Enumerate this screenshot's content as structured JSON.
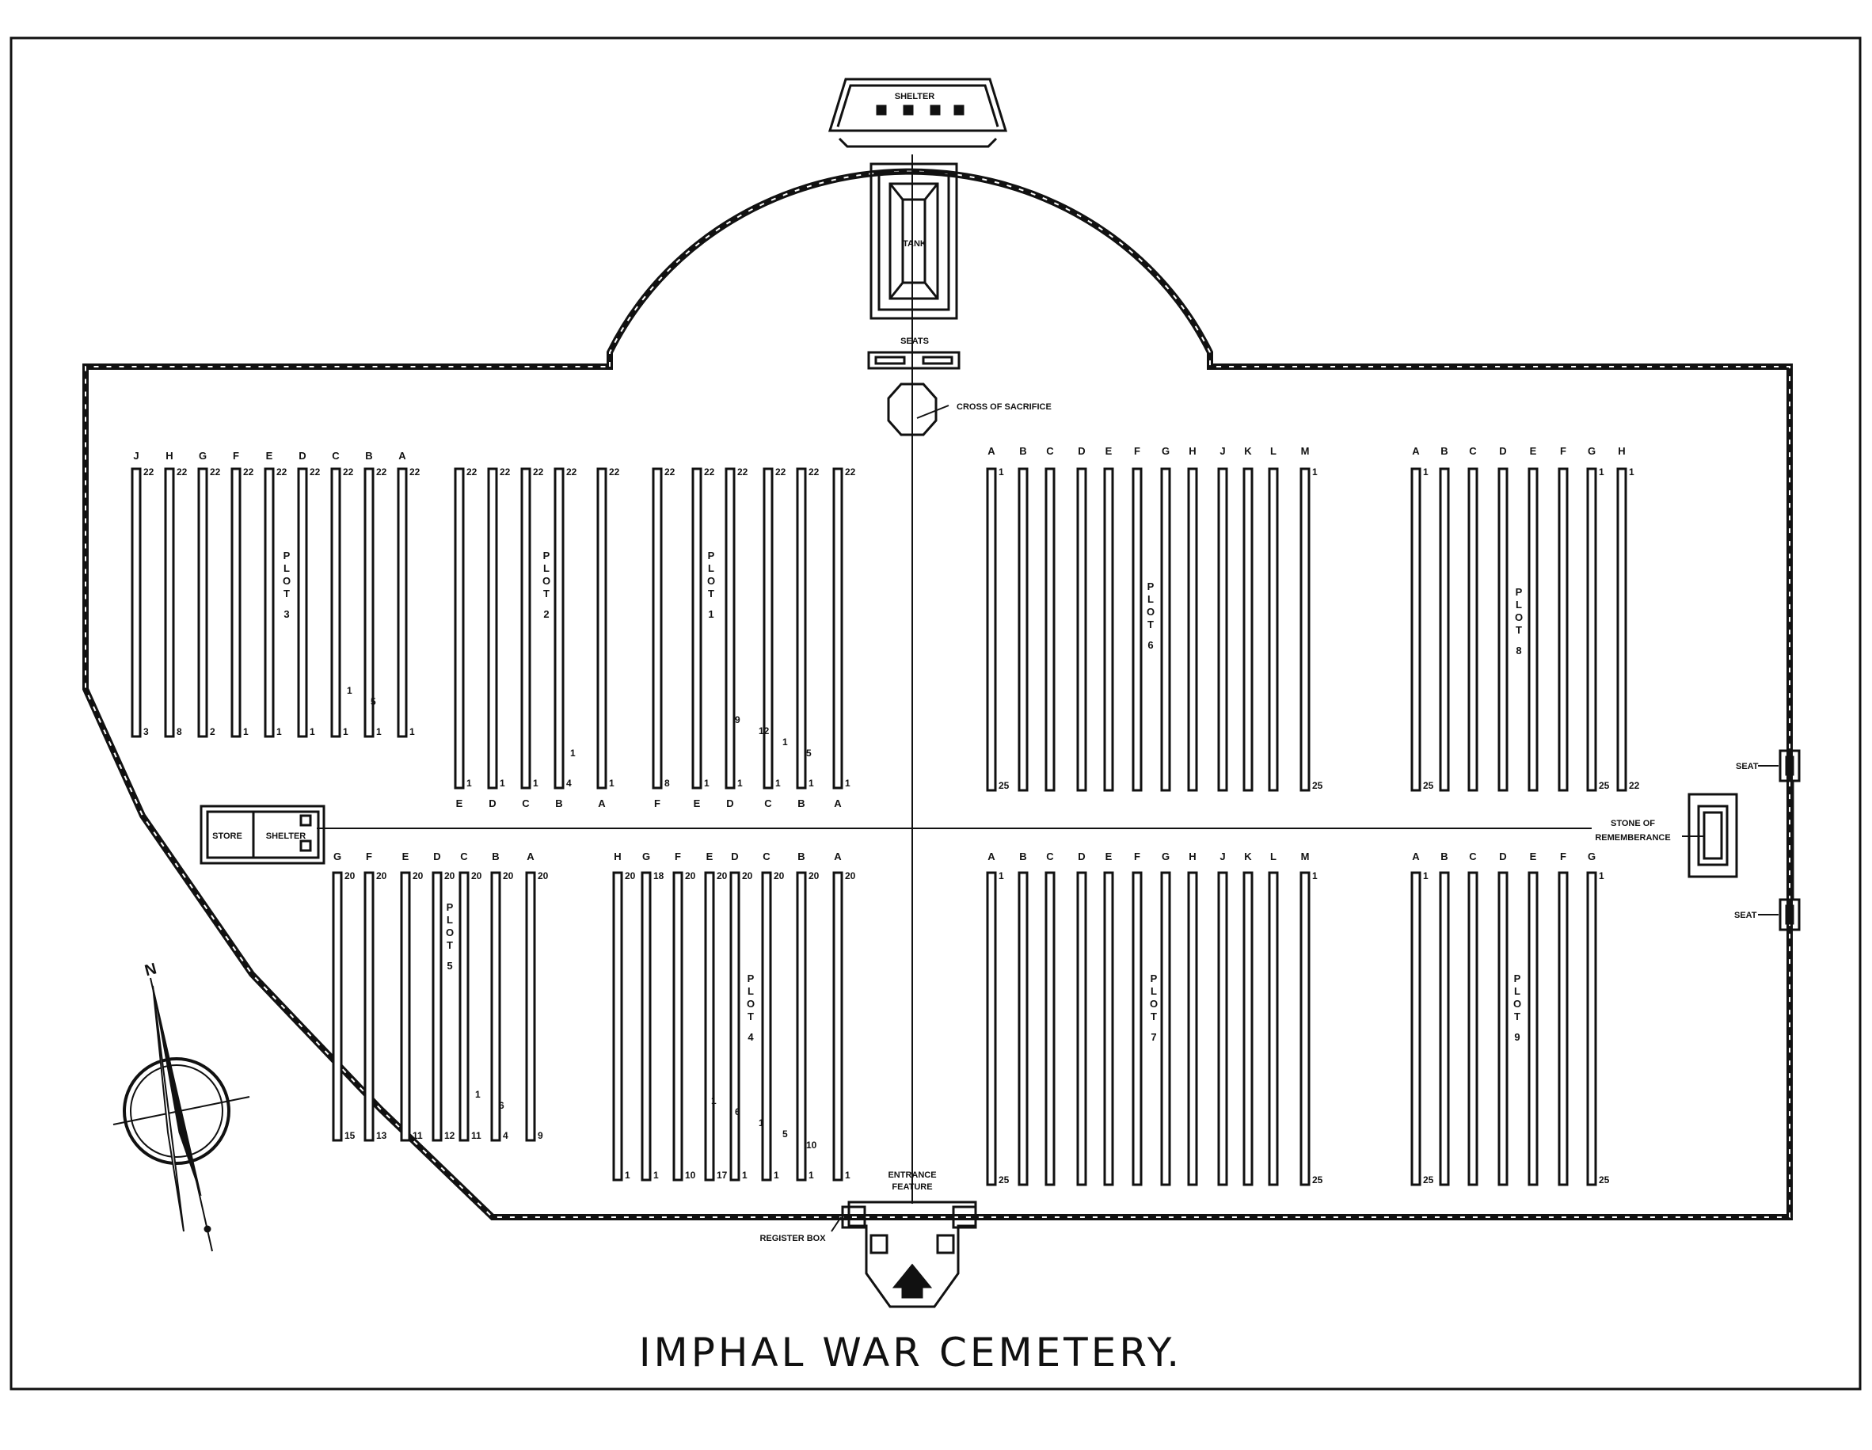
{
  "title": "IMPHAL WAR CEMETERY.",
  "features": {
    "shelter_top": "SHELTER",
    "tank": "TANK",
    "seats": "SEATS",
    "cross": "CROSS OF SACRIFICE",
    "store": "STORE",
    "shelter_left": "SHELTER",
    "stone_line1": "STONE OF",
    "stone_line2": "REMEMBERANCE",
    "seat_upper": "SEAT",
    "seat_lower": "SEAT",
    "entrance_line1": "ENTRANCE",
    "entrance_line2": "FEATURE",
    "register_box": "REGISTER BOX"
  },
  "compass": {
    "north_label": "N"
  },
  "plots": [
    {
      "name": "PLOT 3",
      "plot_number": "3",
      "rows": [
        {
          "letter": "J",
          "top_number": "22",
          "bottom_number": "3"
        },
        {
          "letter": "H",
          "top_number": "22",
          "bottom_number": "8"
        },
        {
          "letter": "G",
          "top_number": "22",
          "bottom_number": "2"
        },
        {
          "letter": "F",
          "top_number": "22",
          "bottom_number": "1"
        },
        {
          "letter": "E",
          "top_number": "22",
          "bottom_number": "1"
        },
        {
          "letter": "D",
          "top_number": "22",
          "bottom_number": "1"
        },
        {
          "letter": "C",
          "top_number": "22",
          "bottom_number": "1"
        },
        {
          "letter": "B",
          "top_number": "22",
          "bottom_number": "1"
        },
        {
          "letter": "A",
          "top_number": "22",
          "bottom_number": "1"
        }
      ],
      "extra_numbers": [
        "5",
        "1"
      ]
    },
    {
      "name": "PLOT 2",
      "plot_number": "2",
      "rows": [
        {
          "letter": "E",
          "top_number": "22",
          "bottom_number": "1"
        },
        {
          "letter": "D",
          "top_number": "22",
          "bottom_number": "1"
        },
        {
          "letter": "C",
          "top_number": "22",
          "bottom_number": "1"
        },
        {
          "letter": "B",
          "top_number": "22",
          "bottom_number": "4"
        },
        {
          "letter": "A",
          "top_number": "22",
          "bottom_number": "1"
        }
      ],
      "extra_numbers": [
        "1"
      ]
    },
    {
      "name": "PLOT 1",
      "plot_number": "1",
      "rows": [
        {
          "letter": "F",
          "top_number": "22",
          "bottom_number": "8"
        },
        {
          "letter": "E",
          "top_number": "22",
          "bottom_number": "1"
        },
        {
          "letter": "D",
          "top_number": "22",
          "bottom_number": "1"
        },
        {
          "letter": "C",
          "top_number": "22",
          "bottom_number": "1"
        },
        {
          "letter": "B",
          "top_number": "22",
          "bottom_number": "1"
        },
        {
          "letter": "A",
          "top_number": "22",
          "bottom_number": "1"
        }
      ],
      "extra_numbers": [
        "5",
        "1",
        "12",
        "9"
      ]
    },
    {
      "name": "PLOT 6",
      "plot_number": "6",
      "rows": [
        {
          "letter": "A",
          "top_number": "1",
          "bottom_number": "25"
        },
        {
          "letter": "B"
        },
        {
          "letter": "C"
        },
        {
          "letter": "D"
        },
        {
          "letter": "E"
        },
        {
          "letter": "F"
        },
        {
          "letter": "G"
        },
        {
          "letter": "H"
        },
        {
          "letter": "J"
        },
        {
          "letter": "K"
        },
        {
          "letter": "L"
        },
        {
          "letter": "M",
          "top_number": "1",
          "bottom_number": "25"
        }
      ]
    },
    {
      "name": "PLOT 8",
      "plot_number": "8",
      "rows": [
        {
          "letter": "A",
          "top_number": "1",
          "bottom_number": "25"
        },
        {
          "letter": "B"
        },
        {
          "letter": "C"
        },
        {
          "letter": "D"
        },
        {
          "letter": "E"
        },
        {
          "letter": "F"
        },
        {
          "letter": "G",
          "top_number": "1",
          "bottom_number": "25"
        },
        {
          "letter": "H",
          "top_number": "1",
          "bottom_number": "22"
        }
      ]
    },
    {
      "name": "PLOT 5",
      "plot_number": "5",
      "rows": [
        {
          "letter": "G",
          "top_number": "20",
          "bottom_number": "15"
        },
        {
          "letter": "F",
          "top_number": "20",
          "bottom_number": "13"
        },
        {
          "letter": "E",
          "top_number": "20",
          "bottom_number": "11"
        },
        {
          "letter": "D",
          "top_number": "20",
          "bottom_number": "12"
        },
        {
          "letter": "C",
          "top_number": "20",
          "bottom_number": "11"
        },
        {
          "letter": "B",
          "top_number": "20",
          "bottom_number": "4"
        },
        {
          "letter": "A",
          "top_number": "20",
          "bottom_number": "9"
        }
      ],
      "extra_numbers": [
        "6",
        "1"
      ]
    },
    {
      "name": "PLOT 4",
      "plot_number": "4",
      "rows": [
        {
          "letter": "H",
          "top_number": "20",
          "bottom_number": "1"
        },
        {
          "letter": "G",
          "top_number": "18",
          "bottom_number": "1"
        },
        {
          "letter": "F",
          "top_number": "20",
          "bottom_number": "10"
        },
        {
          "letter": "E",
          "top_number": "20",
          "bottom_number": "17"
        },
        {
          "letter": "D",
          "top_number": "20",
          "bottom_number": "1"
        },
        {
          "letter": "C",
          "top_number": "20",
          "bottom_number": "1"
        },
        {
          "letter": "B",
          "top_number": "20",
          "bottom_number": "1"
        },
        {
          "letter": "A",
          "top_number": "20",
          "bottom_number": "1"
        }
      ],
      "extra_numbers": [
        "10",
        "5",
        "1",
        "6",
        "1"
      ]
    },
    {
      "name": "PLOT 7",
      "plot_number": "7",
      "rows": [
        {
          "letter": "A",
          "top_number": "1",
          "bottom_number": "25"
        },
        {
          "letter": "B"
        },
        {
          "letter": "C"
        },
        {
          "letter": "D"
        },
        {
          "letter": "E"
        },
        {
          "letter": "F"
        },
        {
          "letter": "G"
        },
        {
          "letter": "H"
        },
        {
          "letter": "J"
        },
        {
          "letter": "K"
        },
        {
          "letter": "L"
        },
        {
          "letter": "M",
          "top_number": "1",
          "bottom_number": "25"
        }
      ]
    },
    {
      "name": "PLOT 9",
      "plot_number": "9",
      "rows": [
        {
          "letter": "A",
          "top_number": "1",
          "bottom_number": "25"
        },
        {
          "letter": "B"
        },
        {
          "letter": "C"
        },
        {
          "letter": "D"
        },
        {
          "letter": "E"
        },
        {
          "letter": "F"
        },
        {
          "letter": "G",
          "top_number": "1",
          "bottom_number": "25"
        }
      ]
    }
  ]
}
